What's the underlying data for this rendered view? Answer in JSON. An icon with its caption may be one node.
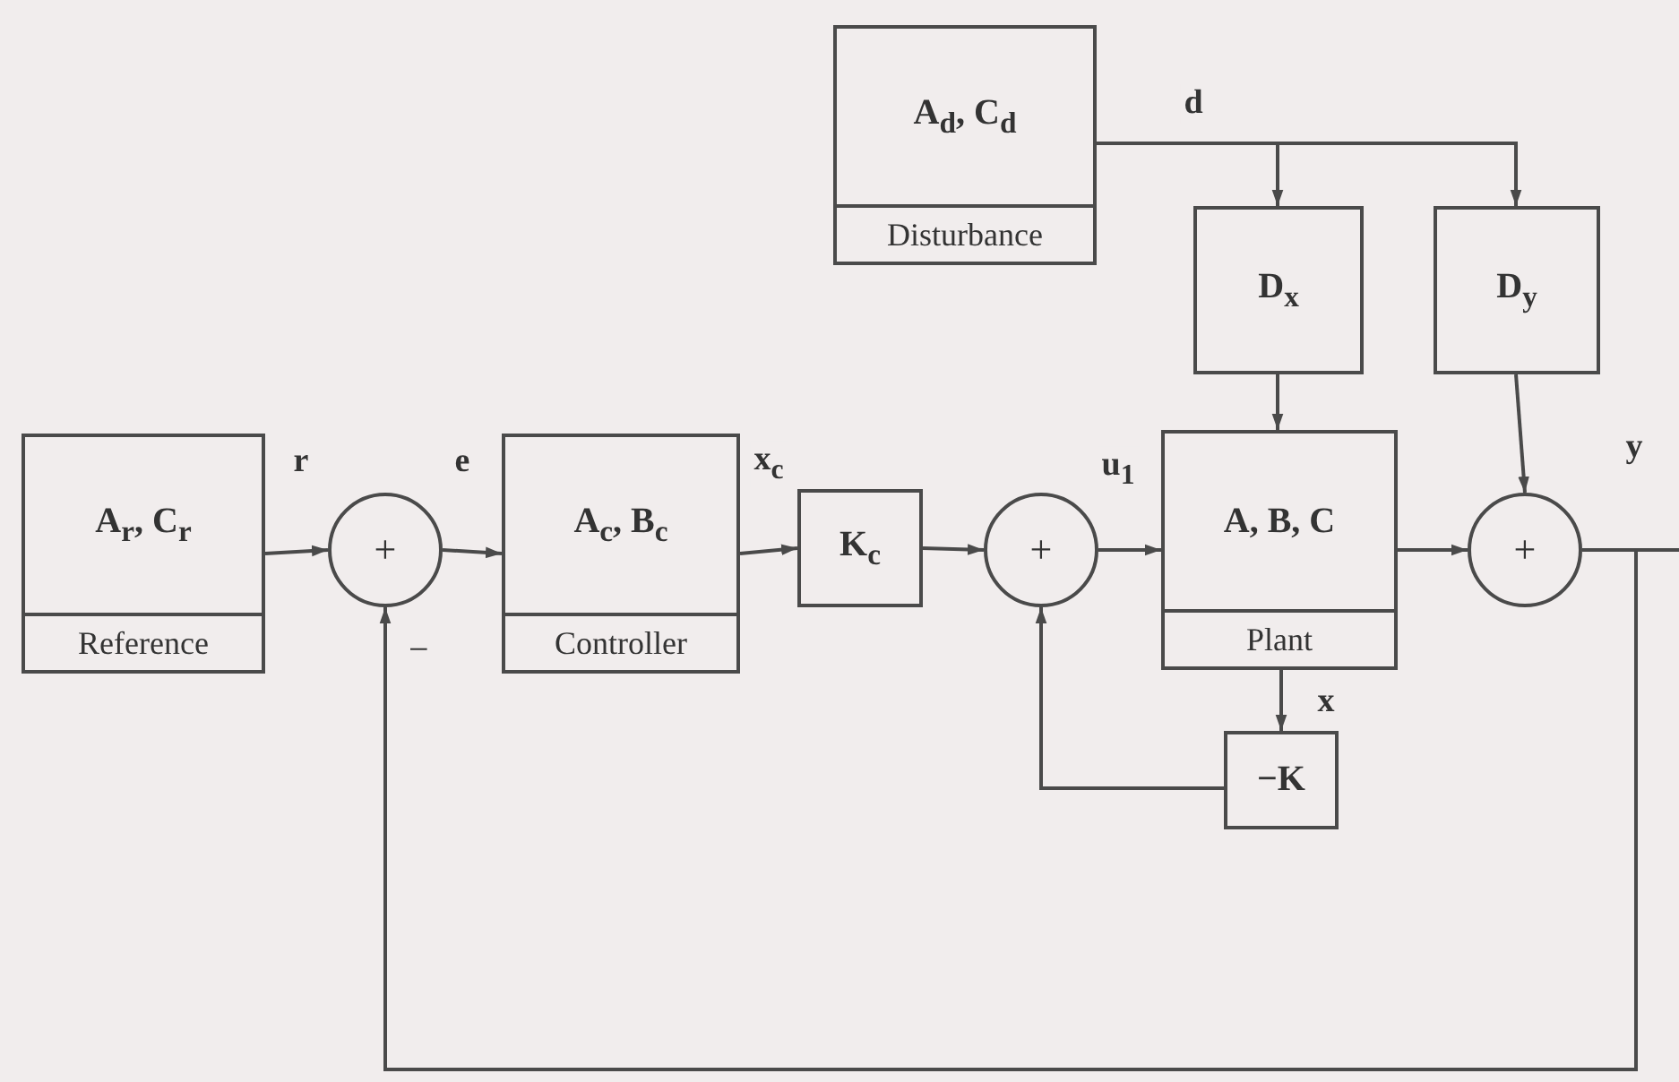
{
  "diagram": {
    "nodes": [
      {
        "text": [
          "A$_{r}$, C$_{r}$",
          "Reference"
        ]
      },
      {
        "text": [
          "+"
        ],
        "beside": [
          "−"
        ]
      },
      {
        "text": [
          "A$_{c}$, B$_{c}$",
          "Controller"
        ]
      },
      {
        "text": [
          "K$_{c}$"
        ]
      },
      {
        "text": [
          "+"
        ]
      },
      {
        "text": [
          "A$_{d}$, C$_{d}$",
          "Disturbance"
        ]
      },
      {
        "text": [
          "D$_{x}$"
        ]
      },
      {
        "text": [
          "D$_{y}$"
        ]
      },
      {
        "text": [
          "A, B, C",
          "Plant"
        ]
      },
      {
        "text": [
          "−K"
        ]
      },
      {
        "text": [
          "+"
        ]
      }
    ],
    "edges": [
      {
        "from": 0,
        "to": 1,
        "arrow": "to",
        "label": "r"
      },
      {
        "from": 1,
        "to": 2,
        "arrow": "to",
        "label": "e"
      },
      {
        "from": 2,
        "to": 3,
        "arrow": "to",
        "label": "x$_{c}$"
      },
      {
        "from": 3,
        "to": 4,
        "arrow": "to"
      },
      {
        "from": 4,
        "to": 8,
        "arrow": "to",
        "label": "u$_{1}$"
      },
      {
        "from": 5,
        "to": 6,
        "arrow": "to",
        "label": "d"
      },
      {
        "from": 5,
        "to": 7,
        "arrow": "to"
      },
      {
        "from": 6,
        "to": 8,
        "arrow": "to"
      },
      {
        "from": 7,
        "to": 10,
        "arrow": "to"
      },
      {
        "from": 8,
        "to": 10,
        "arrow": "to"
      },
      {
        "from": 8,
        "to": 9,
        "arrow": "to",
        "label": "x"
      },
      {
        "from": 9,
        "to": 4,
        "arrow": "to"
      },
      {
        "from": 10,
        "to": null,
        "arrow": "none",
        "label": "y"
      },
      {
        "from": 10,
        "to": 1,
        "arrow": "to"
      }
    ]
  }
}
